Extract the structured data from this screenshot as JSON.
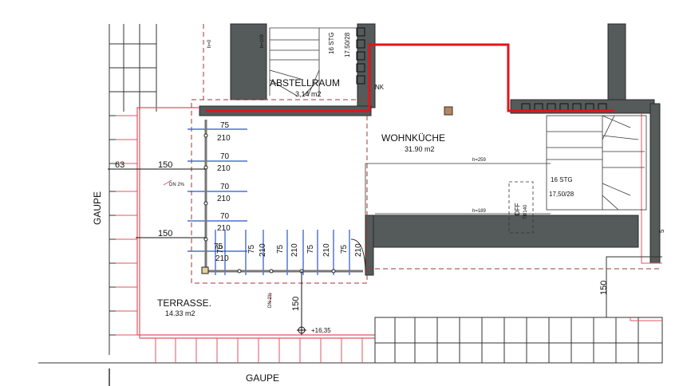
{
  "rooms": {
    "abstellraum": {
      "name": "ABSTELLRAUM",
      "area": "3,14 m2"
    },
    "wohnkueche": {
      "name": "WOHNKÜCHE",
      "area": "31.90 m2"
    },
    "terrasse": {
      "name": "TERRASSE.",
      "area": "14.33 m2"
    }
  },
  "labels": {
    "gaupe_left": "GAUPE",
    "gaupe_bottom": "GAUPE",
    "nk": "NK",
    "stairs_top": "16 STG",
    "stairs_top_ratio": "17.50/28",
    "stairs_right": "16 STG",
    "stairs_right_ratio": "17,50/28",
    "dff": "DFF",
    "dff_size": "78/140",
    "dn_slope_1": "DN 2%",
    "dn_slope_2": "DN 2%",
    "elevation": "+16,35",
    "h_top": "h=109",
    "h_left": "h=0",
    "h_wall_1": "h=259",
    "h_wall_2": "h=189",
    "right_cut": "5"
  },
  "dimensions": {
    "d63": "63",
    "d150a": "150",
    "d150b": "150",
    "d150c": "150",
    "d150d": "150",
    "left_column": [
      "75",
      "210",
      "70",
      "210",
      "70",
      "210",
      "70",
      "210",
      "75",
      "210"
    ],
    "bottom_row": [
      "75",
      "75",
      "210",
      "75",
      "210",
      "75",
      "210",
      "75",
      "210"
    ]
  },
  "colors": {
    "wall": "#555a5a",
    "wall_edge": "#2b2b2b",
    "red_line": "#e0141a",
    "red_thin": "#e05560",
    "blue": "#2a55c8",
    "grid": "#333333"
  }
}
